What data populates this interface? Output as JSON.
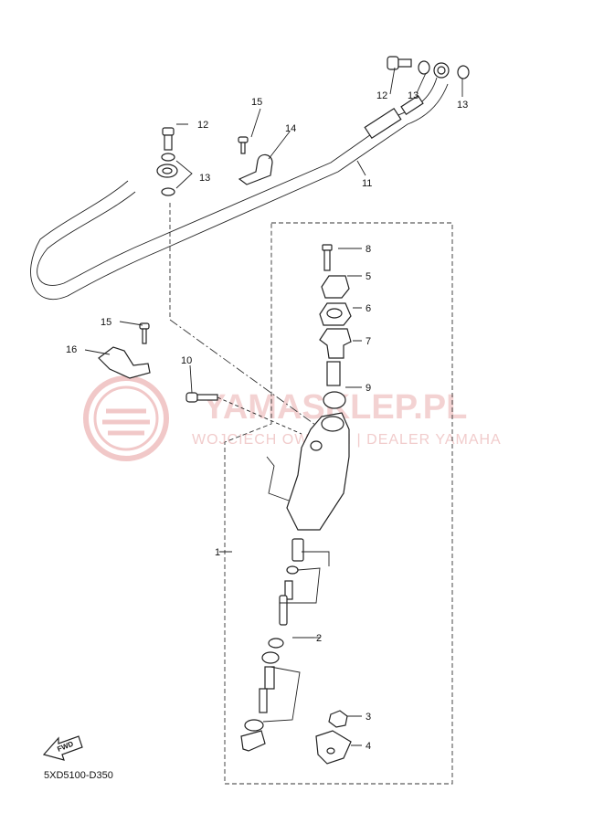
{
  "watermark": {
    "brand": "YAMASKLEP.PL",
    "tagline": "WOJCIECH OWIECKI | DEALER YAMAHA"
  },
  "diagram_code": "5XD5100-D350",
  "fwd_label": "FWD",
  "callouts": {
    "c1": "1",
    "c2": "2",
    "c3": "3",
    "c4": "4",
    "c5": "5",
    "c6": "6",
    "c7": "7",
    "c8": "8",
    "c9": "9",
    "c10": "10",
    "c11": "11",
    "c12a": "12",
    "c12b": "12",
    "c13a": "13",
    "c13b": "13",
    "c13c": "13",
    "c14": "14",
    "c15a": "15",
    "c15b": "15",
    "c16": "16"
  },
  "colors": {
    "line": "#222222",
    "watermark": "#efc4c4"
  }
}
